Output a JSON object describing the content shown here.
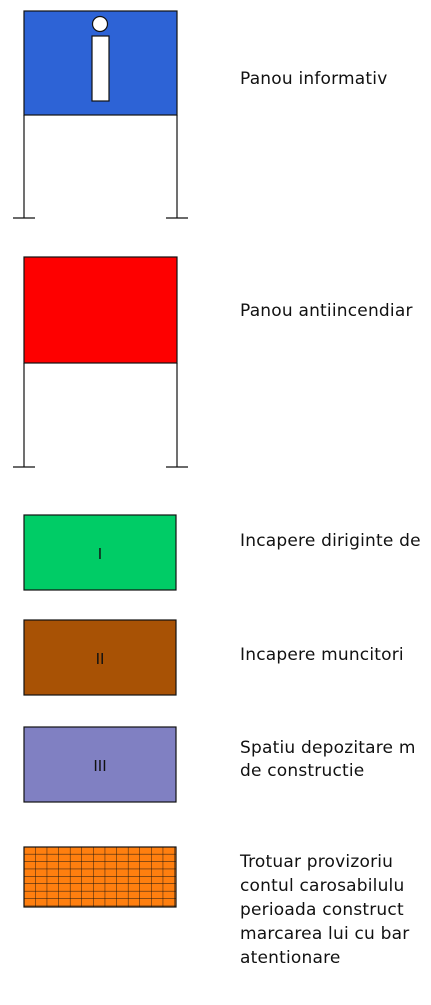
{
  "colors": {
    "info_panel": "#2d63d6",
    "fire_panel": "#fe0000",
    "site_manager_room": "#00cc66",
    "workers_room": "#a85205",
    "storage_space": "#8080c2",
    "temp_sidewalk": "#ff7f0f",
    "outline": "#111111"
  },
  "legend": [
    {
      "symbol": "info-sign-icon",
      "label_lines": [
        "Panou informativ"
      ]
    },
    {
      "symbol": "fire-panel-icon",
      "label_lines": [
        "Panou antiincendiar"
      ]
    },
    {
      "symbol": "room-box",
      "box_text": "I",
      "label_lines": [
        "Incapere diriginte de"
      ]
    },
    {
      "symbol": "room-box",
      "box_text": "II",
      "label_lines": [
        "Incapere muncitori"
      ]
    },
    {
      "symbol": "room-box",
      "box_text": "III",
      "label_lines": [
        "Spatiu depozitare m",
        "de constructie"
      ]
    },
    {
      "symbol": "grid-hatch",
      "label_lines": [
        "Trotuar provizoriu",
        "contul carosabilulu",
        "perioada construct",
        "marcarea lui cu bar",
        "atentionare"
      ]
    }
  ]
}
